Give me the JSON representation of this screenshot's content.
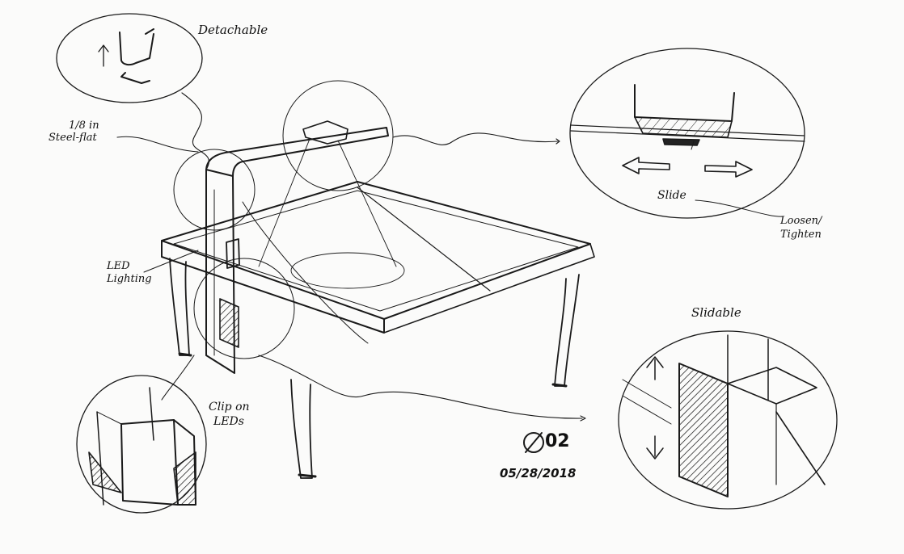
{
  "annotations": {
    "detachable": "Detachable",
    "steel_flat_line1": "1/8 in",
    "steel_flat_line2": "Steel-flat",
    "slide": "Slide",
    "loosen_line1": "Loosen/",
    "loosen_line2": "Tighten",
    "led_lighting_line1": "LED",
    "led_lighting_line2": "Lighting",
    "clip_on_line1": "Clip on",
    "clip_on_line2": "LEDs",
    "slidable": "Slidable"
  },
  "sheet": {
    "number": "02",
    "date": "05/28/2018"
  },
  "colors": {
    "paper": "#fbfbfa",
    "ink": "#111111"
  }
}
